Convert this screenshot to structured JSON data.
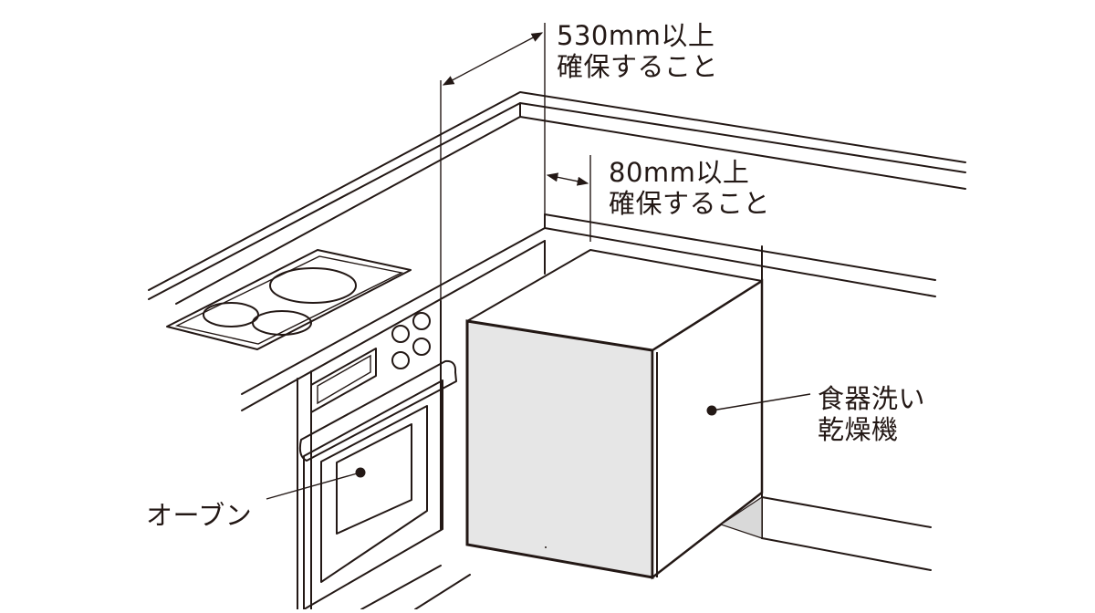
{
  "annotations": {
    "clearance_top": {
      "value": "530mm以上",
      "note": "確保すること"
    },
    "clearance_side": {
      "value": "80mm以上",
      "note": "確保すること"
    }
  },
  "callouts": {
    "dishwasher": {
      "line1": "食器洗い",
      "line2": "乾燥機"
    },
    "oven": {
      "label": "オーブン"
    }
  },
  "colors": {
    "ink": "#231815",
    "panel": "#e6e6e6",
    "shadow": "#d9d9d9",
    "background": "#ffffff"
  }
}
